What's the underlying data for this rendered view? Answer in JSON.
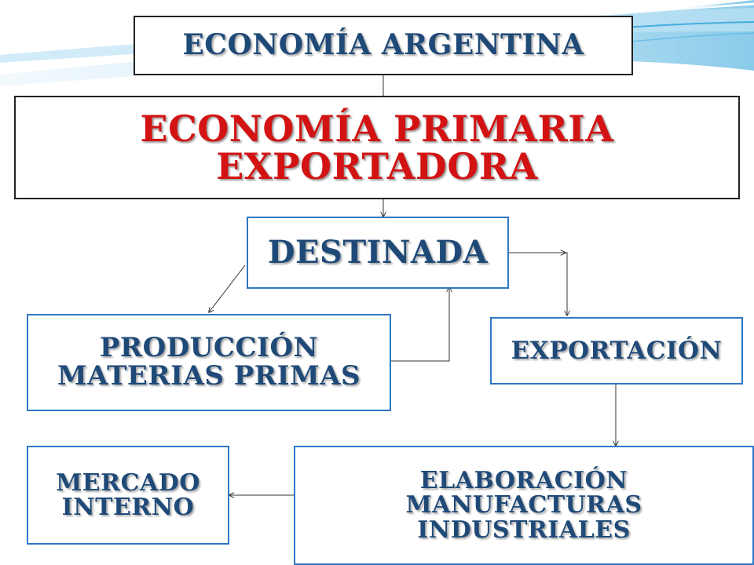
{
  "colors": {
    "title_text": "#1f4a78",
    "highlight_text": "#d31313",
    "blue_border": "#2f78c4",
    "black_border": "#222222",
    "swoosh_accent": "#2aa0d8"
  },
  "diagram": {
    "title": "ECONOMÍA ARGENTINA",
    "primary": {
      "line1": "ECONOMÍA PRIMARIA",
      "line2": "EXPORTADORA"
    },
    "destinada": "DESTINADA",
    "produccion": {
      "line1": "PRODUCCIÓN",
      "line2": "MATERIAS PRIMAS"
    },
    "exportacion": "EXPORTACIÓN",
    "mercado": {
      "line1": "MERCADO",
      "line2": "INTERNO"
    },
    "elaboracion": {
      "line1": "ELABORACIÓN",
      "line2": "MANUFACTURAS",
      "line3": "INDUSTRIALES"
    }
  }
}
